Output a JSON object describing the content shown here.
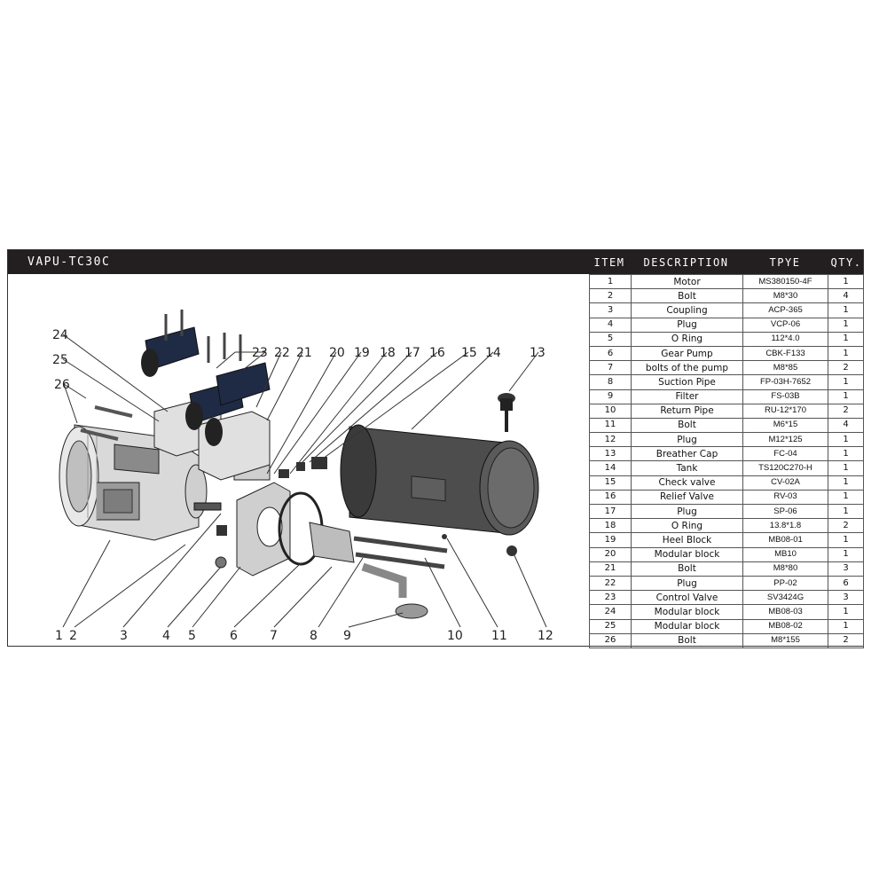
{
  "header": {
    "model": "VAPU-TC30C",
    "columns": {
      "item": "ITEM",
      "description": "DESCRIPTION",
      "type": "TPYE",
      "qty": "QTY."
    }
  },
  "diagram": {
    "callouts": [
      "24",
      "25",
      "26",
      "23",
      "22",
      "21",
      "20",
      "19",
      "18",
      "17",
      "16",
      "15",
      "14",
      "13",
      "1",
      "2",
      "3",
      "4",
      "5",
      "6",
      "7",
      "8",
      "9",
      "10",
      "11",
      "12"
    ]
  },
  "parts": [
    {
      "item": "1",
      "description": "Motor",
      "type": "MS380150-4F",
      "qty": "1"
    },
    {
      "item": "2",
      "description": "Bolt",
      "type": "M8*30",
      "qty": "4"
    },
    {
      "item": "3",
      "description": "Coupling",
      "type": "ACP-365",
      "qty": "1"
    },
    {
      "item": "4",
      "description": "Plug",
      "type": "VCP-06",
      "qty": "1"
    },
    {
      "item": "5",
      "description": "O Ring",
      "type": "112*4.0",
      "qty": "1"
    },
    {
      "item": "6",
      "description": "Gear Pump",
      "type": "CBK-F133",
      "qty": "1"
    },
    {
      "item": "7",
      "description": "bolts of the pump",
      "type": "M8*85",
      "qty": "2"
    },
    {
      "item": "8",
      "description": "Suction Pipe",
      "type": "FP-03H-7652",
      "qty": "1"
    },
    {
      "item": "9",
      "description": "Filter",
      "type": "FS-03B",
      "qty": "1"
    },
    {
      "item": "10",
      "description": "Return Pipe",
      "type": "RU-12*170",
      "qty": "2"
    },
    {
      "item": "11",
      "description": "Bolt",
      "type": "M6*15",
      "qty": "4"
    },
    {
      "item": "12",
      "description": "Plug",
      "type": "M12*125",
      "qty": "1"
    },
    {
      "item": "13",
      "description": "Breather Cap",
      "type": "FC-04",
      "qty": "1"
    },
    {
      "item": "14",
      "description": "Tank",
      "type": "TS120C270-H",
      "qty": "1"
    },
    {
      "item": "15",
      "description": "Check valve",
      "type": "CV-02A",
      "qty": "1"
    },
    {
      "item": "16",
      "description": "Relief Valve",
      "type": "RV-03",
      "qty": "1"
    },
    {
      "item": "17",
      "description": "Plug",
      "type": "SP-06",
      "qty": "1"
    },
    {
      "item": "18",
      "description": "O Ring",
      "type": "13.8*1.8",
      "qty": "2"
    },
    {
      "item": "19",
      "description": "Heel Block",
      "type": "MB08-01",
      "qty": "1"
    },
    {
      "item": "20",
      "description": "Modular block",
      "type": "MB10",
      "qty": "1"
    },
    {
      "item": "21",
      "description": "Bolt",
      "type": "M8*80",
      "qty": "3"
    },
    {
      "item": "22",
      "description": "Plug",
      "type": "PP-02",
      "qty": "6"
    },
    {
      "item": "23",
      "description": "Control Valve",
      "type": "SV3424G",
      "qty": "3"
    },
    {
      "item": "24",
      "description": "Modular block",
      "type": "MB08-03",
      "qty": "1"
    },
    {
      "item": "25",
      "description": "Modular block",
      "type": "MB08-02",
      "qty": "1"
    },
    {
      "item": "26",
      "description": "Bolt",
      "type": "M8*155",
      "qty": "2"
    }
  ]
}
